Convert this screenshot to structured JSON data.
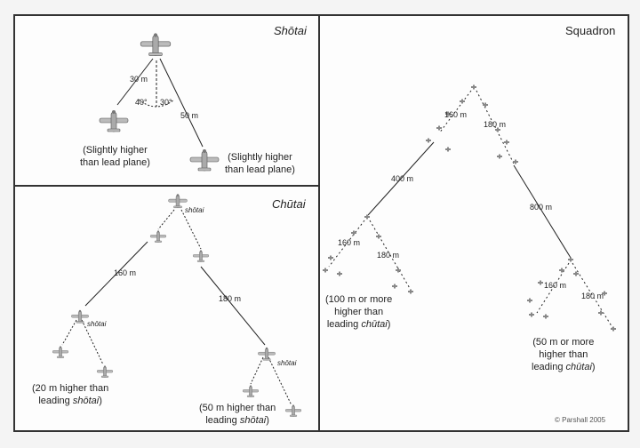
{
  "panels": {
    "shotai": {
      "title": "Shōtai",
      "dist_left": "30 m",
      "dist_right": "50 m",
      "angle_left": "40°",
      "angle_right": "30°",
      "caption_left_1": "(Slightly higher",
      "caption_left_2": "than lead plane)",
      "caption_right_1": "(Slightly higher",
      "caption_right_2": "than lead plane)"
    },
    "chutai": {
      "title": "Chūtai",
      "shotai_label": "shōtai",
      "dist_left": "160 m",
      "dist_right": "180 m",
      "caption_left_1": "(20 m higher than",
      "caption_left_2_pre": "leading ",
      "caption_left_2_em": "shōtai",
      "caption_left_2_post": ")",
      "caption_right_1": "(50 m higher than",
      "caption_right_2_pre": "leading ",
      "caption_right_2_em": "shōtai",
      "caption_right_2_post": ")"
    },
    "squadron": {
      "title": "Squadron",
      "dist_top_left": "160 m",
      "dist_top_right": "180 m",
      "dist_left": "400 m",
      "dist_right": "800 m",
      "dist_ll": "160 m",
      "dist_lr": "180 m",
      "dist_rl": "160 m",
      "dist_rr": "180 m",
      "caption_left_1": "(100 m or more",
      "caption_left_2": "higher than",
      "caption_left_3_pre": "leading ",
      "caption_left_3_em": "chūtai",
      "caption_left_3_post": ")",
      "caption_right_1": "(50 m or more",
      "caption_right_2": "higher than",
      "caption_right_3_pre": "leading ",
      "caption_right_3_em": "chūtai",
      "caption_right_3_post": ")",
      "copyright": "© Parshall 2005"
    }
  }
}
